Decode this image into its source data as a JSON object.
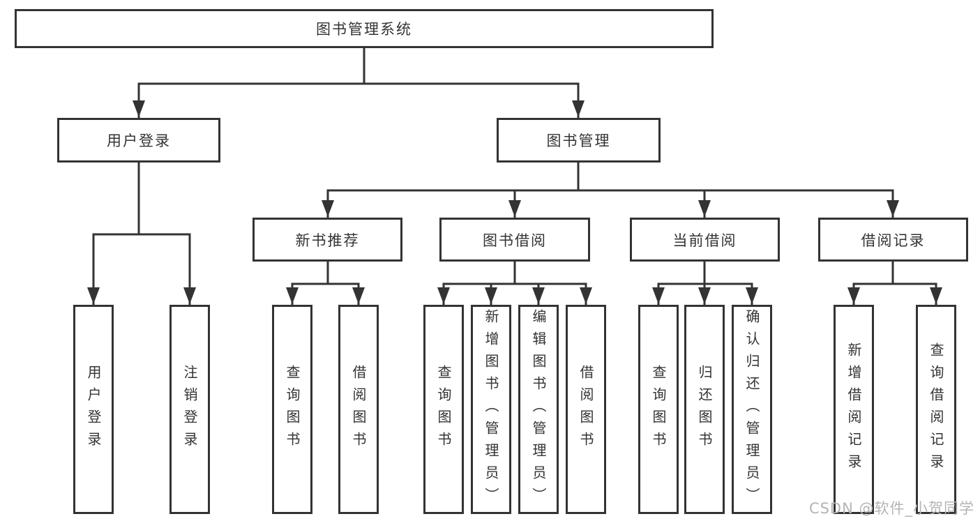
{
  "diagram": {
    "root": {
      "label": "图书管理系统",
      "children": [
        {
          "label": "用户登录",
          "children": [
            {
              "label": "用户登录"
            },
            {
              "label": "注销登录"
            }
          ]
        },
        {
          "label": "图书管理",
          "children": [
            {
              "label": "新书推荐",
              "children": [
                {
                  "label": "查询图书"
                },
                {
                  "label": "借阅图书"
                }
              ]
            },
            {
              "label": "图书借阅",
              "children": [
                {
                  "label": "查询图书"
                },
                {
                  "label": "新增图书（管理员）"
                },
                {
                  "label": "编辑图书（管理员）"
                },
                {
                  "label": "借阅图书"
                }
              ]
            },
            {
              "label": "当前借阅",
              "children": [
                {
                  "label": "查询图书"
                },
                {
                  "label": "归还图书"
                },
                {
                  "label": "确认归还（管理员）"
                }
              ]
            },
            {
              "label": "借阅记录",
              "children": [
                {
                  "label": "新增借阅记录"
                },
                {
                  "label": "查询借阅记录"
                }
              ]
            }
          ]
        }
      ]
    }
  },
  "watermark": {
    "text": "CSDN @软件_小贺同学"
  },
  "colors": {
    "line": "#333333",
    "box_border": "#333333",
    "text": "#333333",
    "watermark": "#b4b4b4",
    "background": "#ffffff"
  }
}
